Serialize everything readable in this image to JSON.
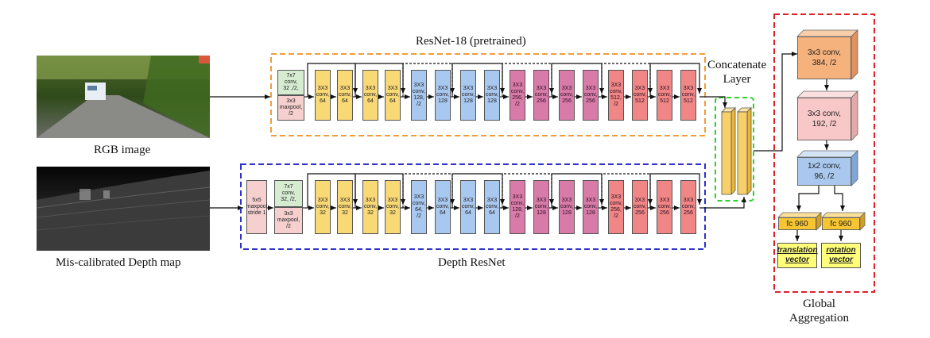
{
  "labels": {
    "rgb_caption": "RGB image",
    "depth_caption": "Mis-calibrated Depth map",
    "resnet18_title": "ResNet-18 (pretrained)",
    "depth_resnet_title": "Depth ResNet",
    "concat_title": "Concatenate\nLayer",
    "global_title": "Global\nAggregation"
  },
  "rgb_branch": {
    "blocks": [
      {
        "text": "7x7\nconv,\n32 ,/2,",
        "kind": "green"
      },
      {
        "text": "3x3\nmaxpool,\n/2",
        "kind": "pink"
      },
      {
        "text": "3X3\nconv,\n64",
        "kind": "yellow"
      },
      {
        "text": "3X3\nconv,\n64",
        "kind": "yellow"
      },
      {
        "text": "3X3\nconv,\n64",
        "kind": "yellow"
      },
      {
        "text": "3X3\nconv,\n64",
        "kind": "yellow"
      },
      {
        "text": "3X3\nconv,\n128,\n/2",
        "kind": "blue"
      },
      {
        "text": "3X3\nconv,\n128",
        "kind": "blue"
      },
      {
        "text": "3X3\nconv,\n128",
        "kind": "blue"
      },
      {
        "text": "3X3\nconv,\n128",
        "kind": "blue"
      },
      {
        "text": "3X3\nconv,\n256,\n/2",
        "kind": "magenta"
      },
      {
        "text": "3X3\nconv,\n256",
        "kind": "magenta"
      },
      {
        "text": "3X3\nconv,\n256",
        "kind": "magenta"
      },
      {
        "text": "3X3\nconv,\n256",
        "kind": "magenta"
      },
      {
        "text": "3X3\nconv,\n512,\n/2",
        "kind": "red"
      },
      {
        "text": "3X3\nconv,\n512",
        "kind": "red"
      },
      {
        "text": "3X3\nconv,\n512",
        "kind": "red"
      },
      {
        "text": "3X3\nconv,\n512",
        "kind": "red"
      }
    ]
  },
  "depth_branch": {
    "blocks": [
      {
        "text": "5x5\nmaxpool\nstride 1",
        "kind": "pink"
      },
      {
        "text": "7x7\nconv,\n32, /2,",
        "kind": "green"
      },
      {
        "text": "3x3\nmaxpool,\n/2",
        "kind": "pink"
      },
      {
        "text": "3X3\nconv,\n32",
        "kind": "yellow"
      },
      {
        "text": "3X3\nconv,\n32",
        "kind": "yellow"
      },
      {
        "text": "3X3\nconv,\n32",
        "kind": "yellow"
      },
      {
        "text": "3X3\nconv,\n32",
        "kind": "yellow"
      },
      {
        "text": "3X3\nconv,\n64,\n/2",
        "kind": "blue"
      },
      {
        "text": "3X3\nconv,\n64",
        "kind": "blue"
      },
      {
        "text": "3X3\nconv,\n64",
        "kind": "blue"
      },
      {
        "text": "3X3\nconv,\n64",
        "kind": "blue"
      },
      {
        "text": "3X3\nconv,\n128,\n/2",
        "kind": "magenta"
      },
      {
        "text": "3X3\nconv,\n128",
        "kind": "magenta"
      },
      {
        "text": "3X3\nconv,\n128",
        "kind": "magenta"
      },
      {
        "text": "3X3\nconv,\n128",
        "kind": "magenta"
      },
      {
        "text": "3X3\nconv,\n256,\n/2",
        "kind": "red"
      },
      {
        "text": "3X3\nconv,\n256",
        "kind": "red"
      },
      {
        "text": "3X3\nconv,\n256",
        "kind": "red"
      },
      {
        "text": "3X3\nconv,\n256",
        "kind": "red"
      }
    ]
  },
  "global_aggregation": {
    "conv1": "3x3 conv,\n384, /2",
    "conv2": "3x3 conv,\n192, /2",
    "conv3": "1x2 conv,\n96, /2",
    "fc_left": "fc 960",
    "fc_right": "fc 960",
    "out_translation": "translation\nvector",
    "out_rotation": "rotation\nvector"
  },
  "colors": {
    "green": "#d5ecd0",
    "pink": "#f6cfcf",
    "yellow": "#f9d976",
    "blue": "#a9c8f0",
    "magenta": "#d97ba8",
    "red": "#f08686",
    "orange_frame": "#f39c3b",
    "blue_frame": "#2d32c9",
    "green_frame": "#2fd12f",
    "red_frame": "#e0202a",
    "ga_orange": "#f6b27c",
    "ga_pink": "#f8c8c8",
    "ga_blue": "#aac8ee",
    "fc_yellow": "#f7c531"
  }
}
